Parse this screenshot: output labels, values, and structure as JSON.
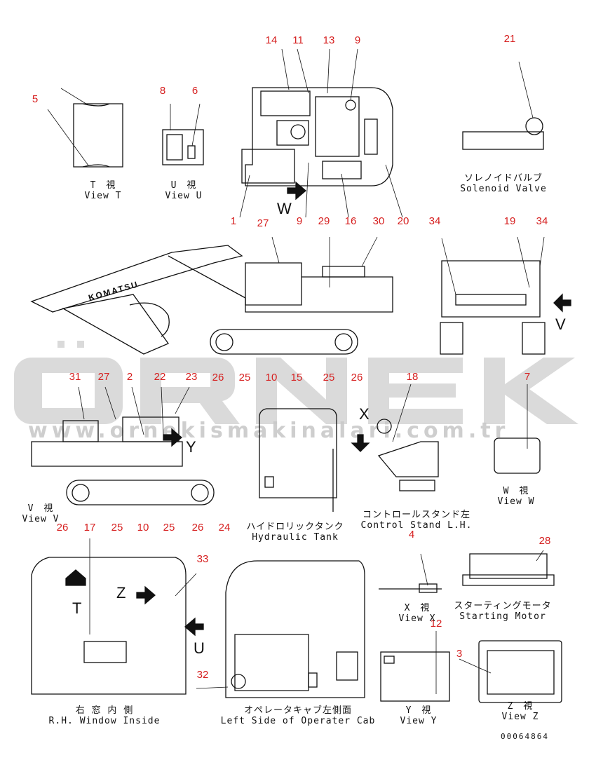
{
  "watermark": {
    "brand": "ÖRNEK",
    "url": "www.ornekismakinalari.com.tr"
  },
  "document_number": "00064864",
  "view_letters": {
    "w": "W",
    "v": "V",
    "y": "Y",
    "x": "X",
    "t": "T",
    "z": "Z",
    "u": "U"
  },
  "captions": {
    "view_t": {
      "jp": "T　視",
      "en": "View T"
    },
    "view_u": {
      "jp": "U　視",
      "en": "View U"
    },
    "solenoid": {
      "jp": "ソレノイドバルブ",
      "en": "Solenoid Valve"
    },
    "view_v": {
      "jp": "V　視",
      "en": "View V"
    },
    "hydraulic": {
      "jp": "ハイドロリックタンク",
      "en": "Hydraulic Tank"
    },
    "control": {
      "jp": "コントロールスタンド左",
      "en": "Control Stand L.H."
    },
    "view_w": {
      "jp": "W　視",
      "en": "View W"
    },
    "view_x": {
      "jp": "X　視",
      "en": "View X"
    },
    "starting": {
      "jp": "スターティングモータ",
      "en": "Starting Motor"
    },
    "rh_window": {
      "jp": "右 窓 内 側",
      "en": "R.H. Window Inside"
    },
    "left_cab": {
      "jp": "オペレータキャブ左側面",
      "en": "Left Side of Operater Cab"
    },
    "view_y": {
      "jp": "Y　視",
      "en": "View Y"
    },
    "view_z": {
      "jp": "Z　視",
      "en": "View Z"
    }
  },
  "boom_brand": "KOMATSU",
  "callouts": [
    "5",
    "8",
    "6",
    "14",
    "11",
    "13",
    "9",
    "21",
    "1",
    "27",
    "9",
    "29",
    "16",
    "30",
    "20",
    "34",
    "19",
    "34",
    "26",
    "25",
    "10",
    "15",
    "25",
    "26",
    "31",
    "27",
    "2",
    "22",
    "23",
    "18",
    "7",
    "26",
    "17",
    "25",
    "10",
    "25",
    "26",
    "24",
    "4",
    "28",
    "33",
    "12",
    "3",
    "32"
  ]
}
